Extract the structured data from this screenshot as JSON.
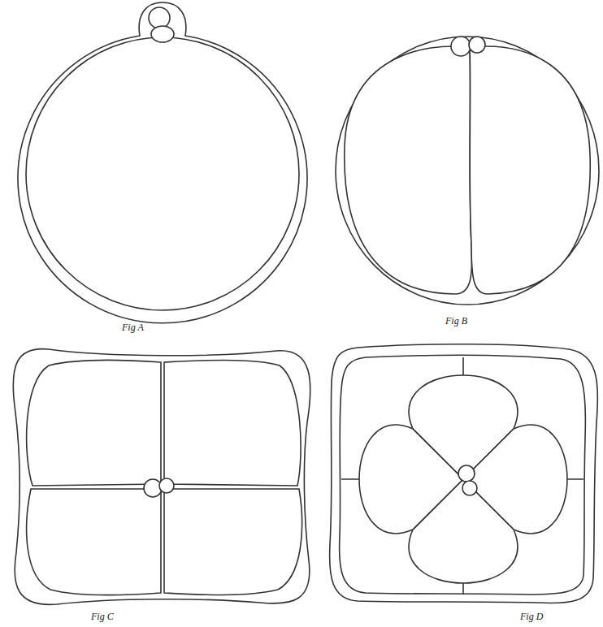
{
  "diagram": {
    "labels": [
      "Fig A",
      "Fig B",
      "Fig C",
      "Fig D"
    ]
  }
}
